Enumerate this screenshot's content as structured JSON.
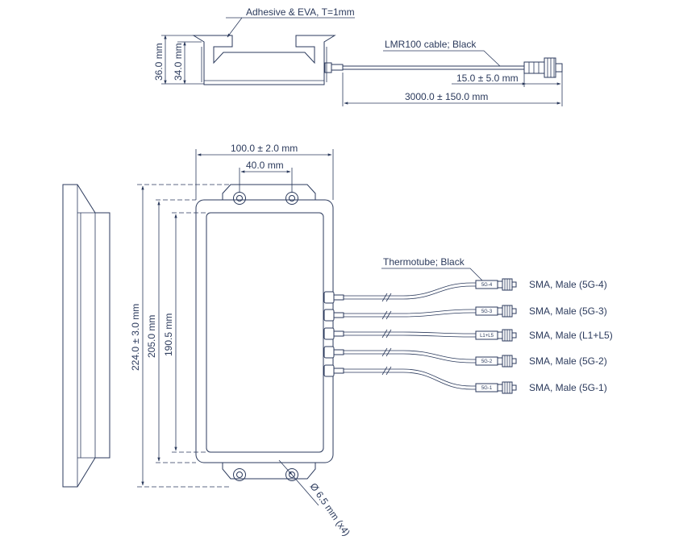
{
  "side_view": {
    "adhesive_label": "Adhesive & EVA, T=1mm",
    "cable_label": "LMR100 cable; Black",
    "height_outer": "36.0 mm",
    "height_inner": "34.0 mm",
    "connector_length": "15.0 ± 5.0 mm",
    "cable_length": "3000.0 ± 150.0 mm"
  },
  "top_view": {
    "width_outer": "100.0 ± 2.0 mm",
    "hole_spacing": "40.0 mm",
    "length_outer": "224.0 ± 3.0 mm",
    "length_mid": "205.0 mm",
    "length_inner": "190.5 mm",
    "hole_label": "Ø 6.5 mm (x4)",
    "thermotube_label": "Thermotube; Black"
  },
  "connectors": [
    {
      "tag": "5G-4",
      "label": "SMA, Male (5G-4)"
    },
    {
      "tag": "5G-3",
      "label": "SMA, Male (5G-3)"
    },
    {
      "tag": "L1+L5",
      "label": "SMA, Male (L1+L5)"
    },
    {
      "tag": "5G-2",
      "label": "SMA, Male (5G-2)"
    },
    {
      "tag": "5G-1",
      "label": "SMA, Male (5G-1)"
    }
  ]
}
